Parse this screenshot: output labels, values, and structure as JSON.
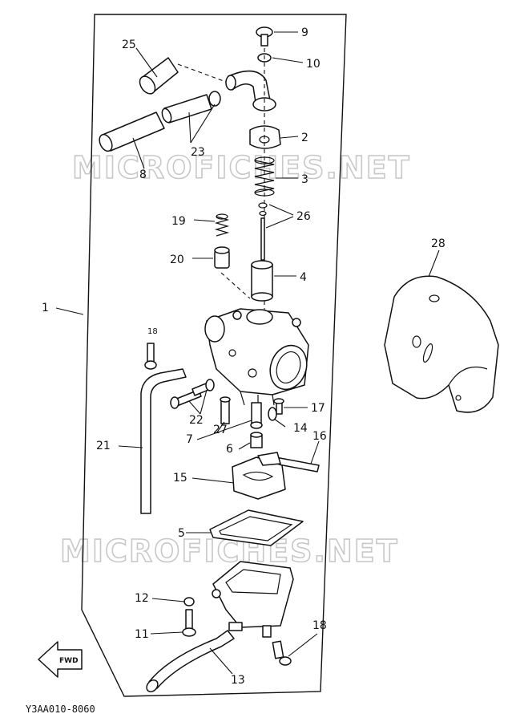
{
  "watermarks": [
    "MICROFICHES.NET",
    "MICROFICHES.NET"
  ],
  "callouts": {
    "c1": "1",
    "c2": "2",
    "c3": "3",
    "c4": "4",
    "c5": "5",
    "c6": "6",
    "c7": "7",
    "c8": "8",
    "c9": "9",
    "c10": "10",
    "c11": "11",
    "c12": "12",
    "c13": "13",
    "c14": "14",
    "c15": "15",
    "c16": "16",
    "c17": "17",
    "c18a": "18",
    "c18b": "18",
    "c19": "19",
    "c20": "20",
    "c21": "21",
    "c22": "22",
    "c23": "23",
    "c25": "25",
    "c26": "26",
    "c27": "27",
    "c28": "28"
  },
  "direction_marker": "FWD",
  "figure_code": "Y3AA010-8060"
}
